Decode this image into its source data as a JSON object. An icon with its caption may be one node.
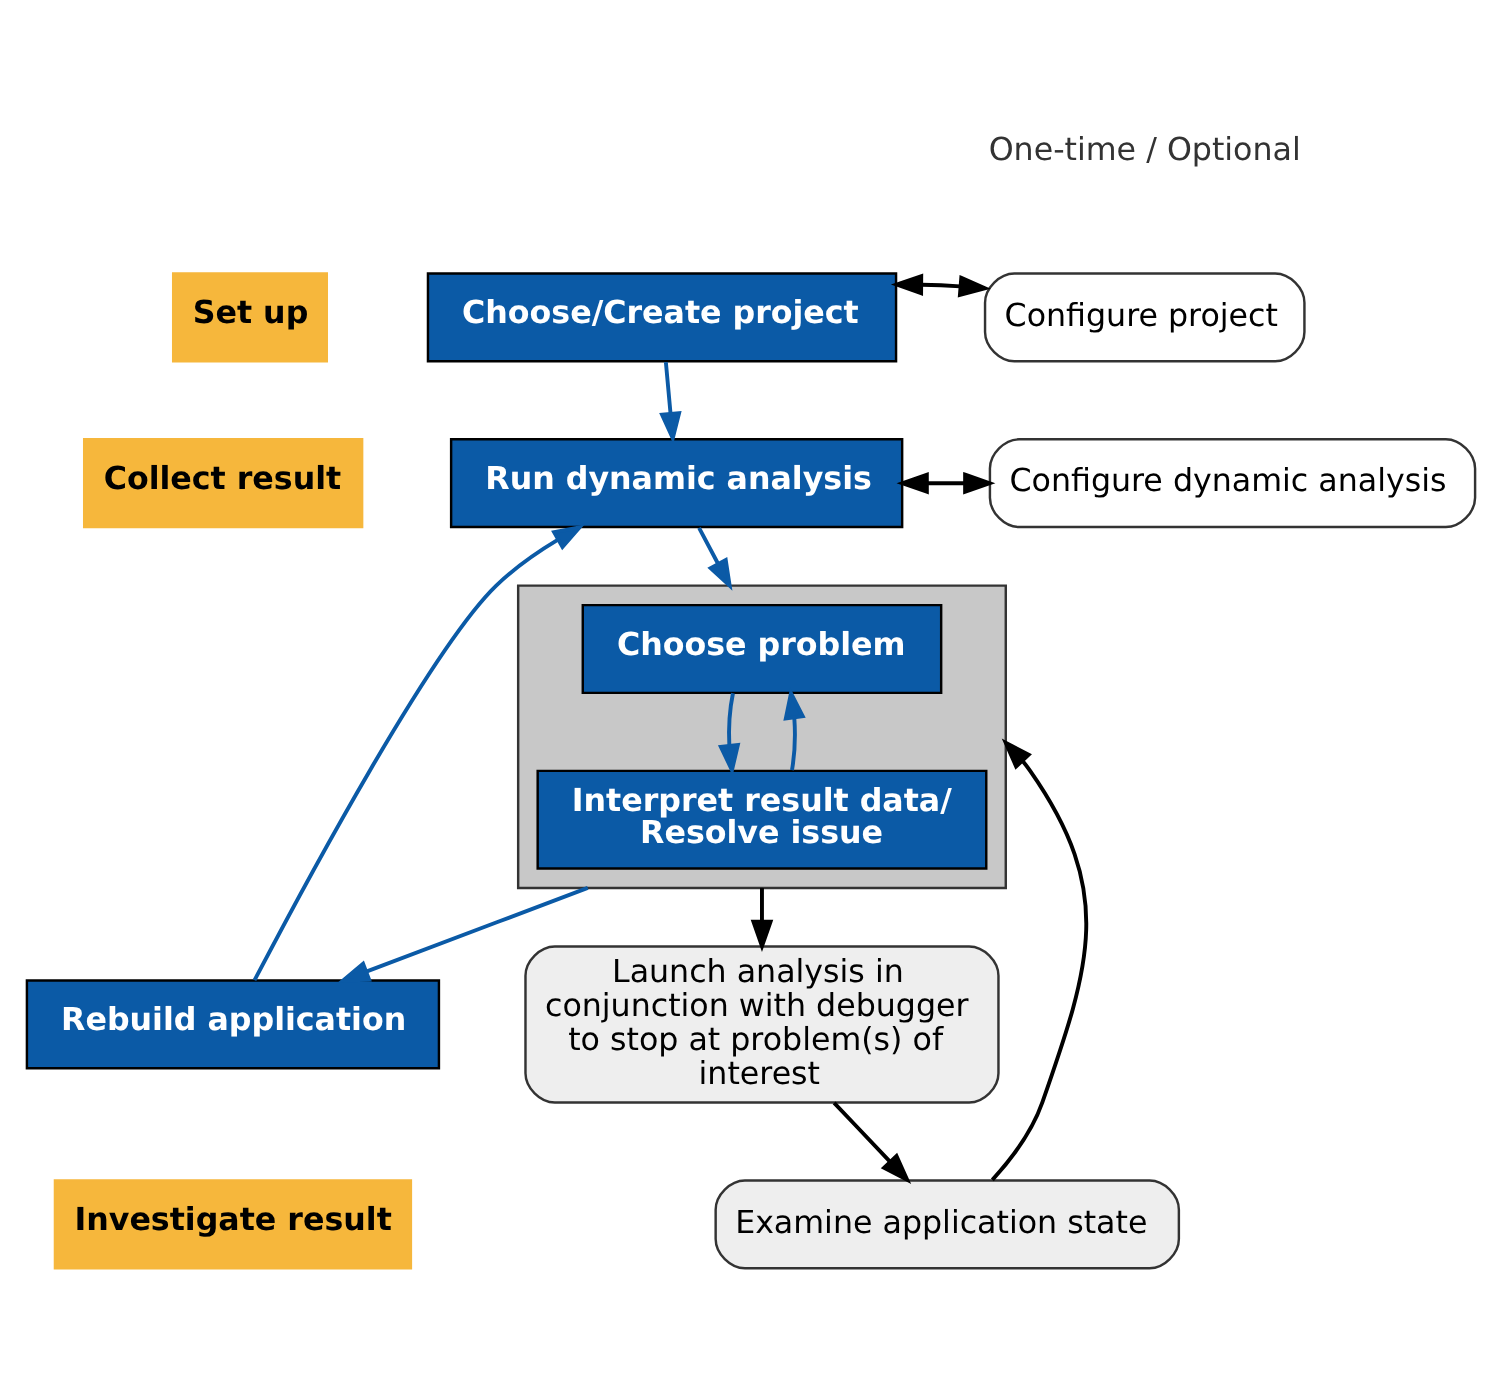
{
  "diagram": {
    "nodes": [
      {
        "text": [
          "Set up"
        ]
      },
      {
        "text": [
          "Collect result"
        ]
      },
      {
        "text": [
          "Investigate result"
        ]
      },
      {
        "text": [
          "Choose/Create project"
        ]
      },
      {
        "text": [
          "Configure project"
        ]
      },
      {
        "text": [
          "Run dynamic analysis"
        ]
      },
      {
        "text": [
          "Configure dynamic analysis"
        ]
      },
      {
        "text": [
          "Rebuild application"
        ]
      },
      {
        "text": [
          "Launch analysis in conjunction with debugger to stop at problem(s) of interest"
        ]
      },
      {
        "text": [],
        "shape": "box"
      },
      {
        "text": [
          "Choose problem"
        ],
        "in": 9
      },
      {
        "text": [
          "Interpret result data/ Resolve issue"
        ],
        "in": 9
      },
      {
        "text": [
          "Examine application state"
        ]
      }
    ],
    "edges": [
      {
        "from": 3,
        "to": 4,
        "arrow": "both",
        "color": "#000000"
      },
      {
        "from": 3,
        "to": 5,
        "arrow": "to"
      },
      {
        "from": 5,
        "to": 6,
        "arrow": "both",
        "color": "#000000"
      },
      {
        "from": 7,
        "to": 5,
        "arrow": "to"
      },
      {
        "from": 5,
        "to": 9,
        "arrow": "to"
      },
      {
        "from": 9,
        "to": 7,
        "arrow": "to"
      },
      {
        "from": 9,
        "to": 8,
        "arrow": "to",
        "color": "#000000"
      },
      {
        "from": 8,
        "to": 12,
        "arrow": "to",
        "color": "#000000"
      },
      {
        "from": 12,
        "to": 9,
        "arrow": "to",
        "color": "#000000"
      },
      {
        "from": 10,
        "to": 11,
        "arrow": "to"
      },
      {
        "from": 11,
        "to": 10,
        "arrow": "to"
      }
    ],
    "labels": [
      "One-time / Optional"
    ]
  }
}
